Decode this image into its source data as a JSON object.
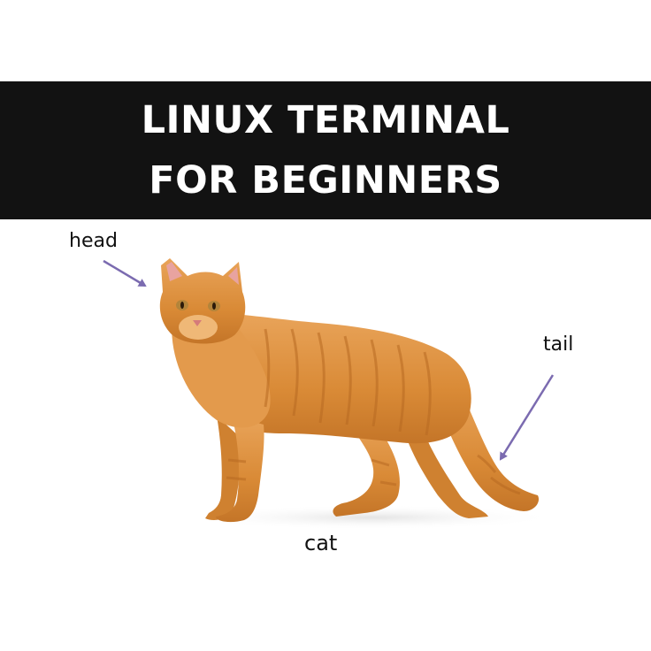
{
  "banner": {
    "line1": "LINUX TERMINAL",
    "line2": "FOR BEGINNERS"
  },
  "labels": {
    "head": "head",
    "tail": "tail",
    "cat": "cat"
  },
  "colors": {
    "banner_background": "#121212",
    "banner_text": "#ffffff",
    "arrow": "#7b6bb0",
    "cat_fur": "#e0913d"
  }
}
